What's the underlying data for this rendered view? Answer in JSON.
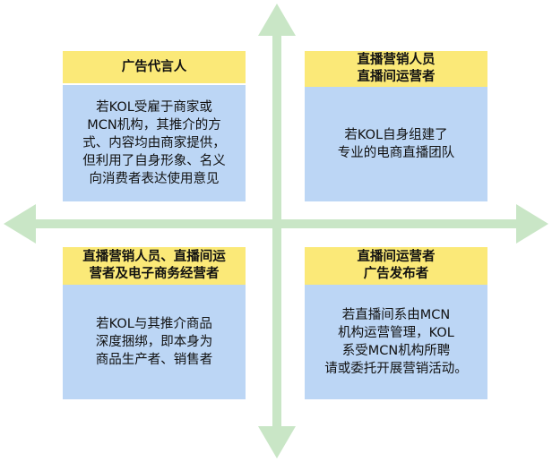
{
  "colors": {
    "arrow": "#c9e6c6",
    "title_bg": "#fbe978",
    "body_bg": "#bcd6f5"
  },
  "quadrants": {
    "top_left": {
      "title": [
        "广告代言人"
      ],
      "body": [
        "若KOL受雇于商家或",
        "MCN机构，其推介的方",
        "式、内容均由商家提供，",
        "但利用了自身形象、名义",
        "向消费者表达使用意见"
      ]
    },
    "top_right": {
      "title": [
        "直播营销人员",
        "直播间运营者"
      ],
      "body": [
        "若KOL自身组建了",
        "专业的电商直播团队"
      ]
    },
    "bottom_left": {
      "title": [
        "直播营销人员、直播间运",
        "营者及电子商务经营者"
      ],
      "body": [
        "若KOL与其推介商品",
        "深度捆绑，即本身为",
        "商品生产者、销售者"
      ]
    },
    "bottom_right": {
      "title": [
        "直播间运营者",
        "广告发布者"
      ],
      "body": [
        "若直播间系由MCN",
        "机构运营管理，KOL",
        "系受MCN机构所聘",
        "请或委托开展营销活动。"
      ]
    }
  }
}
